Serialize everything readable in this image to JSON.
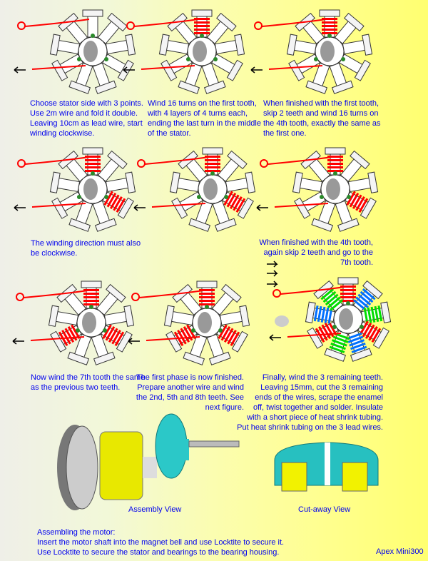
{
  "steps": [
    {
      "lines": [
        "Choose stator side with 3 points.",
        "Use 2m wire and fold it double.",
        "Leaving 10cm as lead wire, start",
        "winding clockwise."
      ]
    },
    {
      "lines": [
        "Wind 16 turns on the first tooth,",
        "with 4 layers of 4 turns each,",
        "ending the last turn in the middle",
        "of the stator."
      ]
    },
    {
      "lines": [
        "When finished with the first tooth,",
        "skip 2 teeth and wind 16 turns on",
        "the 4th tooth, exactly the same as",
        "the first one."
      ]
    },
    {
      "lines": [
        "The winding direction must also",
        "be clockwise."
      ]
    },
    {
      "lines": [
        "When finished with the 4th tooth,",
        "again skip 2 teeth and go to the",
        "7th tooth."
      ]
    },
    {
      "lines": [
        "Now wind the 7th tooth the same",
        "as the previous two teeth."
      ]
    },
    {
      "lines": [
        "The first phase is now finished.",
        "Prepare another wire and wind",
        "the 2nd, 5th and 8th teeth. See",
        "next figure."
      ]
    },
    {
      "lines": [
        "Finally, wind the 3 remaining teeth.",
        "Leaving 15mm, cut the 3 remaining",
        "ends of the wires, scrape the enamel",
        "off, twist together and solder. Insulate",
        "with a short piece of heat shrink tubing.",
        "Put heat shrink tubing on the 3 lead wires."
      ]
    }
  ],
  "views": {
    "assembly": "Assembly View",
    "cutaway": "Cut-away View"
  },
  "assembly_text": [
    "Assembling the motor:",
    "Insert the motor shaft into the magnet bell and use Locktite to secure it.",
    "Use Locktite to secure the stator and bearings to the bearing housing."
  ],
  "credit": "Apex Mini300",
  "colors": {
    "text": "#0000ee",
    "phase1": "#ff0000",
    "phase2": "#0070ff",
    "phase3": "#00dd00"
  },
  "stators": [
    {
      "coils": []
    },
    {
      "coils": [
        0
      ]
    },
    {
      "coils": [
        0
      ]
    },
    {
      "coils": [
        0,
        3
      ]
    },
    {
      "coils": [
        0,
        3
      ]
    },
    {
      "coils": [
        0,
        3
      ]
    },
    {
      "coils": [
        0,
        3,
        6
      ]
    },
    {
      "coils": [
        0,
        3,
        6
      ]
    },
    {
      "coils": [
        0,
        1,
        2,
        3,
        4,
        5,
        6,
        7,
        8
      ],
      "three_phase": true
    }
  ]
}
